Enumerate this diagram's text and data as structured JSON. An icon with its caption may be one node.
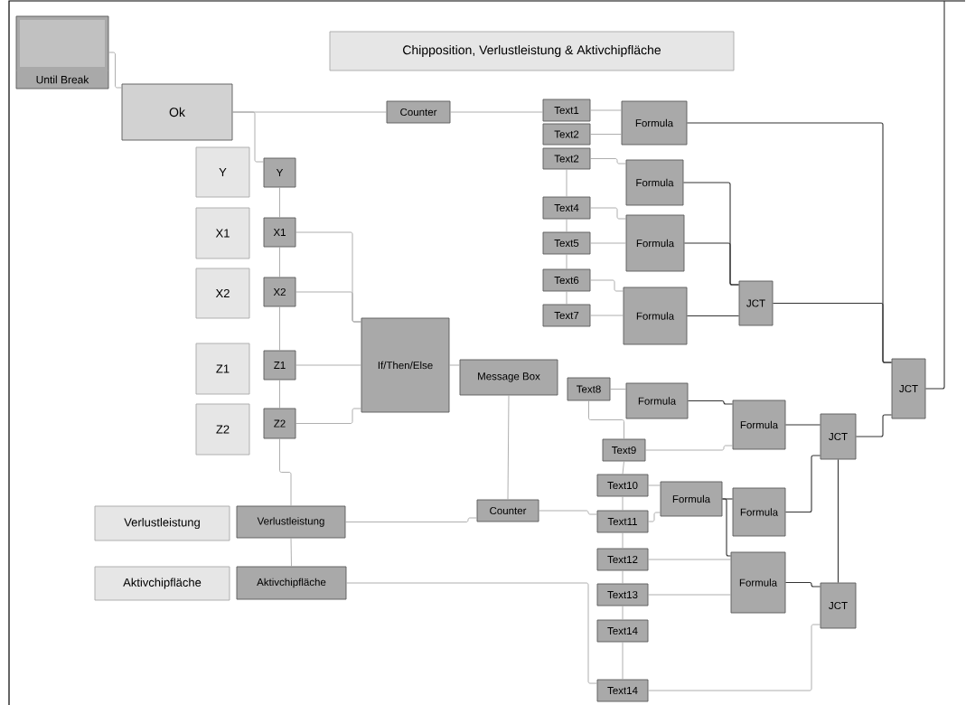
{
  "diagram": {
    "nodes": [
      {
        "text": [
          "Until Break"
        ]
      },
      {
        "text": [
          "Chipposition, Verlustleistung & Aktivchipfläche"
        ]
      },
      {
        "text": [
          "Ok"
        ]
      },
      {
        "text": [
          "Counter"
        ]
      },
      {
        "text": [
          "Y"
        ]
      },
      {
        "text": [
          "X1"
        ]
      },
      {
        "text": [
          "X2"
        ]
      },
      {
        "text": [
          "Z1"
        ]
      },
      {
        "text": [
          "Z2"
        ]
      },
      {
        "text": [
          "Y"
        ]
      },
      {
        "text": [
          "X1"
        ]
      },
      {
        "text": [
          "X2"
        ]
      },
      {
        "text": [
          "Z1"
        ]
      },
      {
        "text": [
          "Z2"
        ]
      },
      {
        "text": [
          "If/Then/Else"
        ]
      },
      {
        "text": [
          "Message Box"
        ]
      },
      {
        "text": [
          "Verlustleistung"
        ]
      },
      {
        "text": [
          "Verlustleistung"
        ]
      },
      {
        "text": [
          "Aktivchipfläche"
        ]
      },
      {
        "text": [
          "Aktivchipfläche"
        ]
      },
      {
        "text": [
          "Counter"
        ]
      },
      {
        "text": [
          "Text1"
        ]
      },
      {
        "text": [
          "Text2"
        ]
      },
      {
        "text": [
          "Text2"
        ]
      },
      {
        "text": [
          "Text4"
        ]
      },
      {
        "text": [
          "Text5"
        ]
      },
      {
        "text": [
          "Text6"
        ]
      },
      {
        "text": [
          "Text7"
        ]
      },
      {
        "text": [
          "Formula"
        ]
      },
      {
        "text": [
          "Formula"
        ]
      },
      {
        "text": [
          "Formula"
        ]
      },
      {
        "text": [
          "Formula"
        ]
      },
      {
        "text": [
          "JCT"
        ]
      },
      {
        "text": [
          "Text8"
        ]
      },
      {
        "text": [
          "Formula"
        ]
      },
      {
        "text": [
          "Formula"
        ]
      },
      {
        "text": [
          "JCT"
        ]
      },
      {
        "text": [
          "JCT"
        ]
      },
      {
        "text": [
          "Text9"
        ]
      },
      {
        "text": [
          "Text10"
        ]
      },
      {
        "text": [
          "Text11"
        ]
      },
      {
        "text": [
          "Formula"
        ]
      },
      {
        "text": [
          "Formula"
        ]
      },
      {
        "text": [
          "Text12"
        ]
      },
      {
        "text": [
          "Text13"
        ]
      },
      {
        "text": [
          "Formula"
        ]
      },
      {
        "text": [
          "JCT"
        ]
      },
      {
        "text": [
          "Text14"
        ]
      },
      {
        "text": [
          "Text14"
        ]
      }
    ],
    "edges": [
      {
        "from": 0,
        "to": 2,
        "arrow": "none"
      },
      {
        "from": 2,
        "to": 3,
        "arrow": "none"
      },
      {
        "from": 2,
        "to": 9,
        "arrow": "none"
      },
      {
        "from": 9,
        "to": 10,
        "arrow": "none"
      },
      {
        "from": 10,
        "to": 11,
        "arrow": "none"
      },
      {
        "from": 11,
        "to": 12,
        "arrow": "none"
      },
      {
        "from": 12,
        "to": 13,
        "arrow": "none"
      },
      {
        "from": 13,
        "to": 17,
        "arrow": "none"
      },
      {
        "from": 17,
        "to": 19,
        "arrow": "none"
      },
      {
        "from": 10,
        "to": 14,
        "arrow": "none"
      },
      {
        "from": 11,
        "to": 14,
        "arrow": "none"
      },
      {
        "from": 12,
        "to": 14,
        "arrow": "none"
      },
      {
        "from": 13,
        "to": 14,
        "arrow": "none"
      },
      {
        "from": 14,
        "to": 15,
        "arrow": "none"
      },
      {
        "from": 15,
        "to": 20,
        "arrow": "none"
      },
      {
        "from": 17,
        "to": 20,
        "arrow": "none"
      },
      {
        "from": 20,
        "to": 40,
        "arrow": "none"
      },
      {
        "from": 19,
        "to": 48,
        "arrow": "none"
      },
      {
        "from": 3,
        "to": 21,
        "arrow": "none"
      },
      {
        "from": 23,
        "to": 24,
        "arrow": "none"
      },
      {
        "from": 24,
        "to": 25,
        "arrow": "none"
      },
      {
        "from": 25,
        "to": 26,
        "arrow": "none"
      },
      {
        "from": 26,
        "to": 27,
        "arrow": "none"
      },
      {
        "from": 21,
        "to": 28,
        "arrow": "none"
      },
      {
        "from": 22,
        "to": 28,
        "arrow": "none"
      },
      {
        "from": 23,
        "to": 29,
        "arrow": "none"
      },
      {
        "from": 24,
        "to": 30,
        "arrow": "none"
      },
      {
        "from": 25,
        "to": 30,
        "arrow": "none"
      },
      {
        "from": 26,
        "to": 31,
        "arrow": "none"
      },
      {
        "from": 27,
        "to": 31,
        "arrow": "none"
      },
      {
        "from": 28,
        "to": 37,
        "arrow": "none",
        "color": "#333333"
      },
      {
        "from": 29,
        "to": 32,
        "arrow": "none",
        "color": "#333333"
      },
      {
        "from": 30,
        "to": 32,
        "arrow": "none",
        "color": "#333333"
      },
      {
        "from": 31,
        "to": 32,
        "arrow": "none",
        "color": "#333333"
      },
      {
        "from": 32,
        "to": 37,
        "arrow": "none",
        "color": "#333333"
      },
      {
        "from": 33,
        "to": 34,
        "arrow": "none"
      },
      {
        "from": 33,
        "to": 38,
        "arrow": "none"
      },
      {
        "from": 34,
        "to": 35,
        "arrow": "none",
        "color": "#333333"
      },
      {
        "from": 38,
        "to": 35,
        "arrow": "none"
      },
      {
        "from": 35,
        "to": 36,
        "arrow": "none",
        "color": "#333333"
      },
      {
        "from": 36,
        "to": 37,
        "arrow": "none",
        "color": "#333333"
      },
      {
        "from": 38,
        "to": 39,
        "arrow": "none"
      },
      {
        "from": 39,
        "to": 40,
        "arrow": "none"
      },
      {
        "from": 40,
        "to": 43,
        "arrow": "none"
      },
      {
        "from": 43,
        "to": 44,
        "arrow": "none"
      },
      {
        "from": 44,
        "to": 47,
        "arrow": "none"
      },
      {
        "from": 47,
        "to": 48,
        "arrow": "none"
      },
      {
        "from": 39,
        "to": 41,
        "arrow": "none"
      },
      {
        "from": 40,
        "to": 41,
        "arrow": "none"
      },
      {
        "from": 41,
        "to": 42,
        "arrow": "none",
        "color": "#333333"
      },
      {
        "from": 41,
        "to": 45,
        "arrow": "none",
        "color": "#333333"
      },
      {
        "from": 42,
        "to": 36,
        "arrow": "none",
        "color": "#333333"
      },
      {
        "from": 43,
        "to": 45,
        "arrow": "none"
      },
      {
        "from": 44,
        "to": 45,
        "arrow": "none"
      },
      {
        "from": 45,
        "to": 46,
        "arrow": "none",
        "color": "#333333"
      },
      {
        "from": 46,
        "to": 36,
        "arrow": "none",
        "color": "#333333"
      },
      {
        "from": 48,
        "to": 46,
        "arrow": "none"
      },
      {
        "from": 37,
        "to": null,
        "arrow": "none",
        "color": "#333333"
      }
    ]
  }
}
